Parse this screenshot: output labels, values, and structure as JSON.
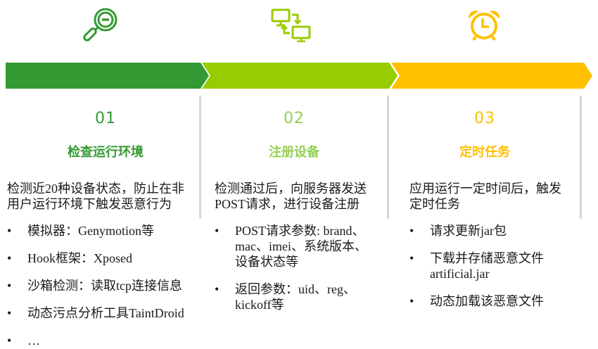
{
  "colors": {
    "step1": "#339933",
    "step2": "#99cc00",
    "step3": "#ffc000",
    "divider": "#d6d6d6",
    "text": "#1a1a1a"
  },
  "steps": [
    {
      "icon": "magnifier-icon",
      "number": "01",
      "title": "检查运行环境",
      "description": [
        "检测近20种设备状态，防止在非",
        "用户运行环境下触发恶意行为"
      ],
      "bullets": [
        {
          "lines": [
            "模拟器：Genymotion等"
          ]
        },
        {
          "lines": [
            "Hook框架：Xposed"
          ]
        },
        {
          "lines": [
            "沙箱检测：读取tcp连接信息"
          ]
        },
        {
          "lines": [
            "动态污点分析工具TaintDroid"
          ]
        },
        {
          "lines": [
            "…"
          ]
        }
      ]
    },
    {
      "icon": "computers-exchange-icon",
      "number": "02",
      "title": "注册设备",
      "description": [
        "检测通过后，向服务器发送",
        "POST请求，进行设备注册"
      ],
      "bullets": [
        {
          "lines": [
            "POST请求参数: brand、",
            "mac、imei、系统版本、",
            "设备状态等"
          ]
        },
        {
          "lines": [
            "返回参数：uid、reg、",
            "kickoff等"
          ]
        }
      ]
    },
    {
      "icon": "alarm-clock-icon",
      "number": "03",
      "title": "定时任务",
      "description": [
        "应用运行一定时间后，触发",
        "定时任务"
      ],
      "bullets": [
        {
          "lines": [
            "请求更新jar包"
          ]
        },
        {
          "lines": [
            "下载并存储恶意文件",
            "artificial.jar"
          ]
        },
        {
          "lines": [
            "动态加载该恶意文件"
          ]
        }
      ]
    }
  ],
  "bullet_char": "•"
}
